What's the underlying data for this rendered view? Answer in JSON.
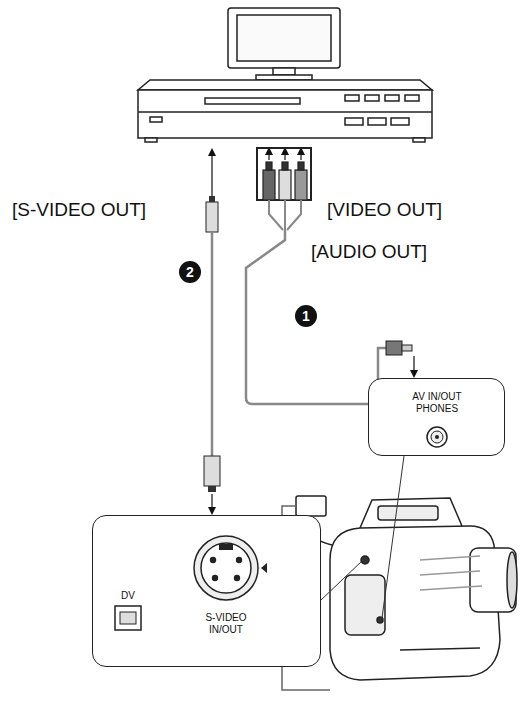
{
  "diagram": {
    "nodes": [
      {
        "text": [
          "AV IN/OUT PHONES"
        ]
      },
      {
        "text": [
          "DV",
          "S-VIDEO IN/OUT"
        ]
      }
    ],
    "labels": [
      "[S-VIDEO OUT]",
      "[VIDEO OUT]",
      "[AUDIO OUT]",
      "2",
      "1"
    ]
  }
}
